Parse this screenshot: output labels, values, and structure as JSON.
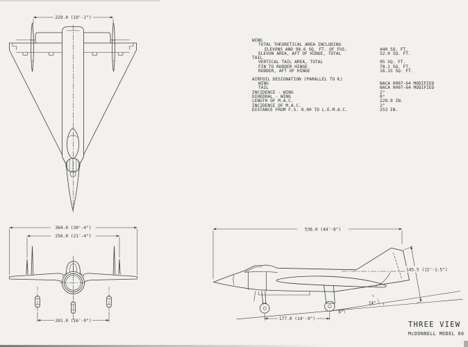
{
  "colors": {
    "paper": "#f2f1ee",
    "ink": "#3b3b3b"
  },
  "title_block": {
    "title": "THREE VIEW",
    "subtitle": "McDONNELL MODEL 60"
  },
  "dims": {
    "top_span": "229.0 (19'-1\")",
    "overall_span": "364.0 (30'-4\")",
    "fin_span": "256.0 (21'-4\")",
    "gear_track": "201.0 (16'-9\")",
    "overall_length": "536.0 (44'-8\")",
    "wheelbase": "177.0 (14'-9\")",
    "tail_height": "145.5 (12'-1.5\")",
    "static_ground_angle": "6°",
    "tipback_angle": "14°"
  },
  "specs": {
    "rows": [
      {
        "label": "WING",
        "value": ""
      },
      {
        "label": "TOTAL THEORETICAL AREA INCLUDING",
        "value": ""
      },
      {
        "label": "ELEVONS AND 98.6 SQ. FT. OF FUS.",
        "value": "440 SQ. FT."
      },
      {
        "label": "ELEVON AREA, AFT OF HINGE, TOTAL",
        "value": "52.0 SQ. FT."
      },
      {
        "label": "TAIL",
        "value": ""
      },
      {
        "label": "VERTICAL TAIL AREA, TOTAL",
        "value": "95 SQ. FT."
      },
      {
        "label": "FIN TO RUDDER HINGE",
        "value": "78.1 SQ. FT."
      },
      {
        "label": "RUDDER, AFT OF HINGE",
        "value": "16.15 SQ. FT."
      },
      {
        "label": "AIRFOIL DESIGNATION (PARALLEL TO ℄)",
        "value": ""
      },
      {
        "label": "WING",
        "value": "NACA 0007-64 MODIFIED"
      },
      {
        "label": "TAIL",
        "value": "NACA 0007-64 MODIFIED"
      },
      {
        "label": "INCIDENCE - WING",
        "value": "2°"
      },
      {
        "label": "DIHEDRAL - WING",
        "value": "0°"
      },
      {
        "label": "LENGTH OF M.A.C.",
        "value": "220.9 IN."
      },
      {
        "label": "INCIDENCE OF M.A.C.",
        "value": "2°"
      },
      {
        "label": "DISTANCE FROM F.S. 0.00 TO L.E.M.A.C.",
        "value": "253 IN."
      }
    ]
  }
}
